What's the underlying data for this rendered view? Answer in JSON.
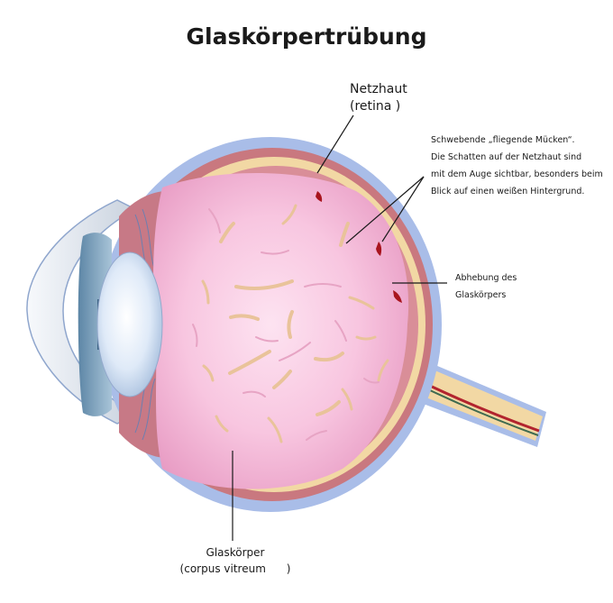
{
  "title": "Glaskörpertrübung",
  "labels": {
    "retina": {
      "name": "Netzhaut",
      "latin": "(retina )"
    },
    "floaters": {
      "line1": "Schwebende „fliegende Mücken“.",
      "line2": "Die Schatten auf der Netzhaut sind",
      "line3": "mit dem Auge sichtbar, besonders beim",
      "line4": "Blick auf einen weißen Hintergrund."
    },
    "detachment": {
      "line1": "Abhebung des",
      "line2": "Glaskörpers"
    },
    "vitreous": {
      "name": "Glaskörper",
      "latin": "(corpus vitreum      )"
    }
  },
  "colors": {
    "sclera": "#a9bde8",
    "choroid": "#c9787f",
    "retina": "#f2d8a4",
    "vitreous": "#f3b6d4",
    "vitreous_center": "#fbd9ec",
    "floaters": "#e9c39a",
    "lens": "#dce9f7",
    "cornea": "#eef2f7",
    "blood": "#a8141e"
  }
}
